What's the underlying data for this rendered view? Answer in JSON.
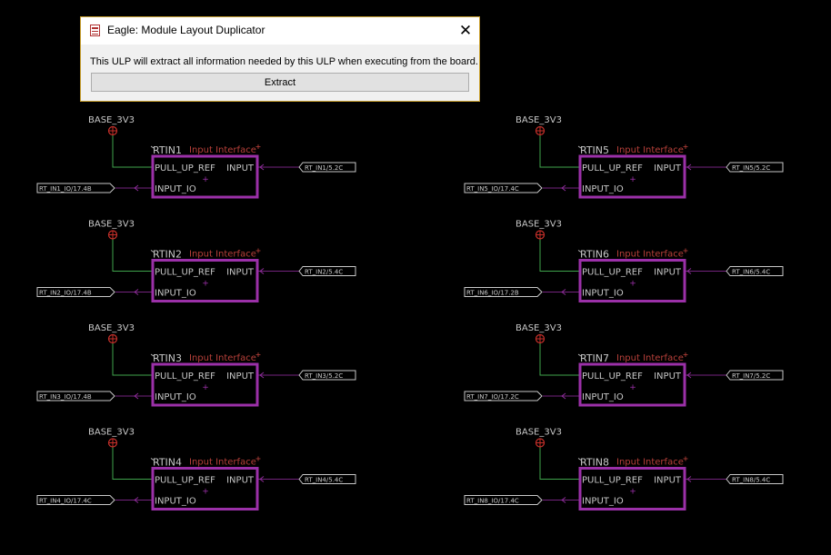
{
  "colors": {
    "background": "#000000",
    "wire": "#3fa34d",
    "module_frame": "#9b30a8",
    "pin_text": "#c8c8c8",
    "supply_symbol": "#c8302a",
    "net_label": "#c8c8c8",
    "value_text": "#b8403a"
  },
  "dialog": {
    "title": "Eagle: Module Layout Duplicator",
    "message": "This ULP will extract all information needed by this ULP when executing from the board.",
    "extract_label": "Extract",
    "close_glyph": "✕"
  },
  "schematic": {
    "modules": [
      {
        "supply": "BASE_3V3",
        "name": "RTIN1",
        "value": "Input Interface",
        "pin_ref": "PULL_UP_REF",
        "pin_in": "INPUT",
        "pin_io": "INPUT_IO",
        "in_label": "RT_IN1/5.2C",
        "io_label": "RT_IN1_IO/17.4B"
      },
      {
        "supply": "BASE_3V3",
        "name": "RTIN5",
        "value": "Input Interface",
        "pin_ref": "PULL_UP_REF",
        "pin_in": "INPUT",
        "pin_io": "INPUT_IO",
        "in_label": "RT_IN5/5.2C",
        "io_label": "RT_IN5_IO/17.4C"
      },
      {
        "supply": "BASE_3V3",
        "name": "RTIN2",
        "value": "Input Interface",
        "pin_ref": "PULL_UP_REF",
        "pin_in": "INPUT",
        "pin_io": "INPUT_IO",
        "in_label": "RT_IN2/5.4C",
        "io_label": "RT_IN2_IO/17.4B"
      },
      {
        "supply": "BASE_3V3",
        "name": "RTIN6",
        "value": "Input Interface",
        "pin_ref": "PULL_UP_REF",
        "pin_in": "INPUT",
        "pin_io": "INPUT_IO",
        "in_label": "RT_IN6/5.4C",
        "io_label": "RT_IN6_IO/17.2B"
      },
      {
        "supply": "BASE_3V3",
        "name": "RTIN3",
        "value": "Input Interface",
        "pin_ref": "PULL_UP_REF",
        "pin_in": "INPUT",
        "pin_io": "INPUT_IO",
        "in_label": "RT_IN3/5.2C",
        "io_label": "RT_IN3_IO/17.4B"
      },
      {
        "supply": "BASE_3V3",
        "name": "RTIN7",
        "value": "Input Interface",
        "pin_ref": "PULL_UP_REF",
        "pin_in": "INPUT",
        "pin_io": "INPUT_IO",
        "in_label": "RT_IN7/5.2C",
        "io_label": "RT_IN7_IO/17.2C"
      },
      {
        "supply": "BASE_3V3",
        "name": "RTIN4",
        "value": "Input Interface",
        "pin_ref": "PULL_UP_REF",
        "pin_in": "INPUT",
        "pin_io": "INPUT_IO",
        "in_label": "RT_IN4/5.4C",
        "io_label": "RT_IN4_IO/17.4C"
      },
      {
        "supply": "BASE_3V3",
        "name": "RTIN8",
        "value": "Input Interface",
        "pin_ref": "PULL_UP_REF",
        "pin_in": "INPUT",
        "pin_io": "INPUT_IO",
        "in_label": "RT_IN8/5.4C",
        "io_label": "RT_IN8_IO/17.4C"
      }
    ]
  }
}
